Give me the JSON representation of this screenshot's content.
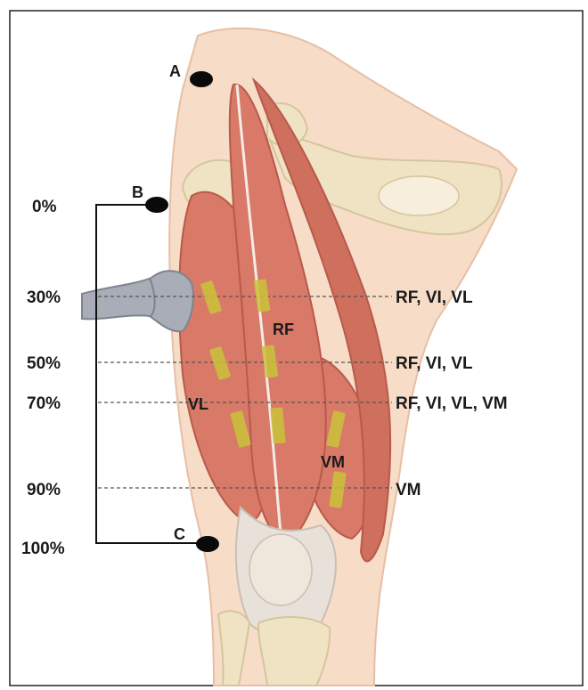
{
  "points": {
    "a": "A",
    "b": "B",
    "c": "C"
  },
  "levels": [
    {
      "percent": "0%"
    },
    {
      "percent": "30%",
      "muscles": "RF, VI, VL"
    },
    {
      "percent": "50%",
      "muscles": "RF, VI, VL"
    },
    {
      "percent": "70%",
      "muscles": "RF, VI, VL, VM"
    },
    {
      "percent": "90%",
      "muscles": "VM"
    },
    {
      "percent": "100%"
    }
  ],
  "muscle_labels": {
    "rf": "RF",
    "vl": "VL",
    "vm": "VM"
  },
  "colors": {
    "skin": "#f7dcc8",
    "muscle": "#d97a68",
    "muscle_dark": "#b85a4a",
    "bone": "#efe3c4",
    "tendon": "#e8e1da",
    "marker": "#c9c23a",
    "probe": "#a8adb8"
  }
}
